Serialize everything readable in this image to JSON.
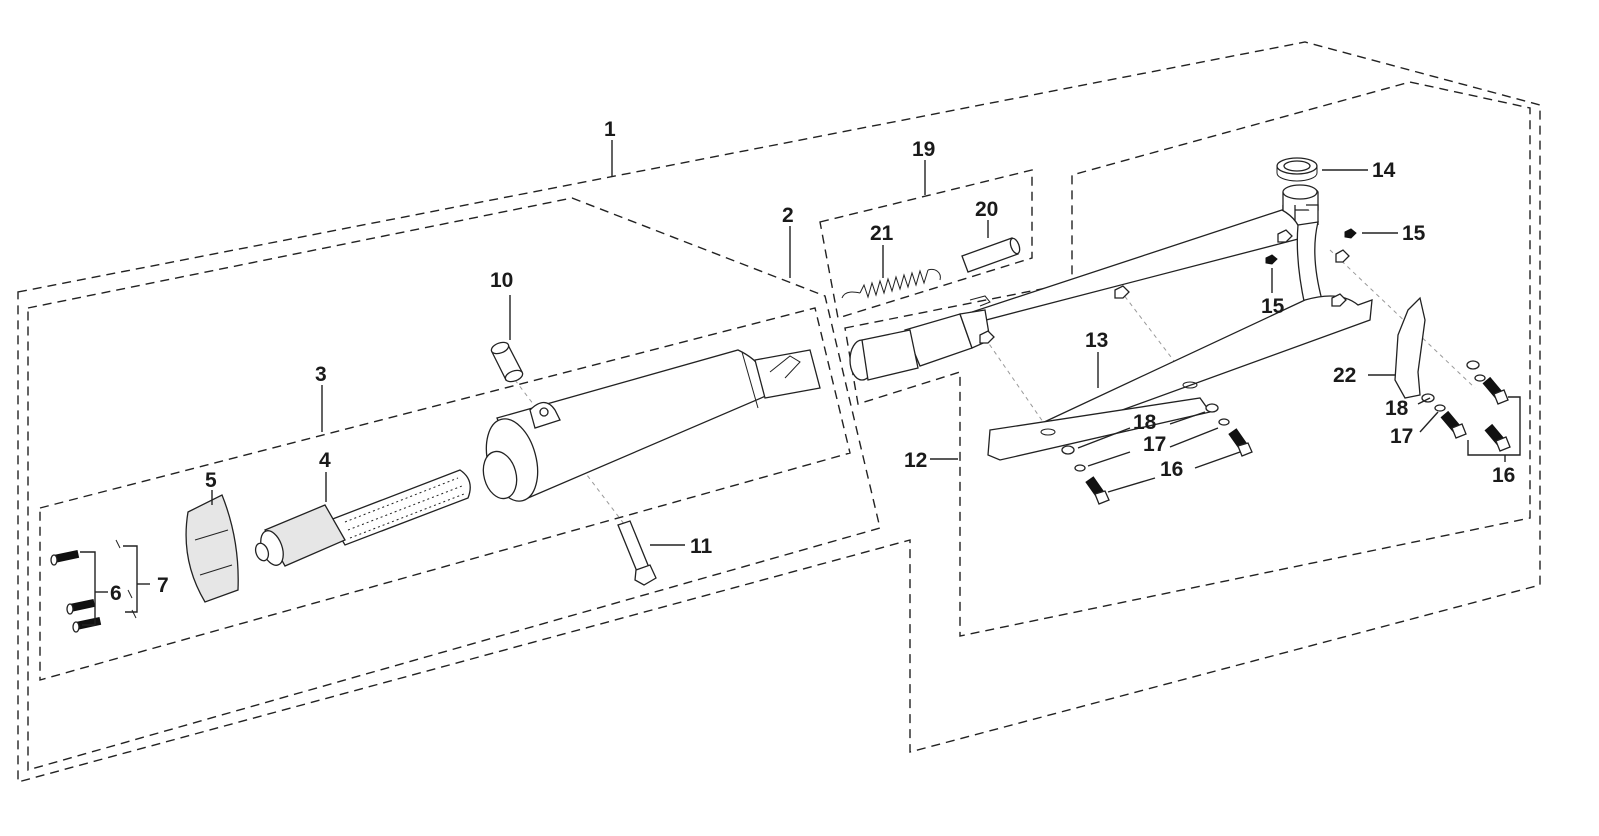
{
  "callouts": {
    "c1": "1",
    "c2": "2",
    "c3": "3",
    "c4": "4",
    "c5": "5",
    "c6": "6",
    "c7": "7",
    "c10": "10",
    "c11": "11",
    "c12": "12",
    "c13": "13",
    "c14": "14",
    "c15a": "15",
    "c15b": "15",
    "c16a": "16",
    "c16b": "16",
    "c17a": "17",
    "c17b": "17",
    "c18a": "18",
    "c18b": "18",
    "c19": "19",
    "c20": "20",
    "c21": "21",
    "c22": "22"
  }
}
